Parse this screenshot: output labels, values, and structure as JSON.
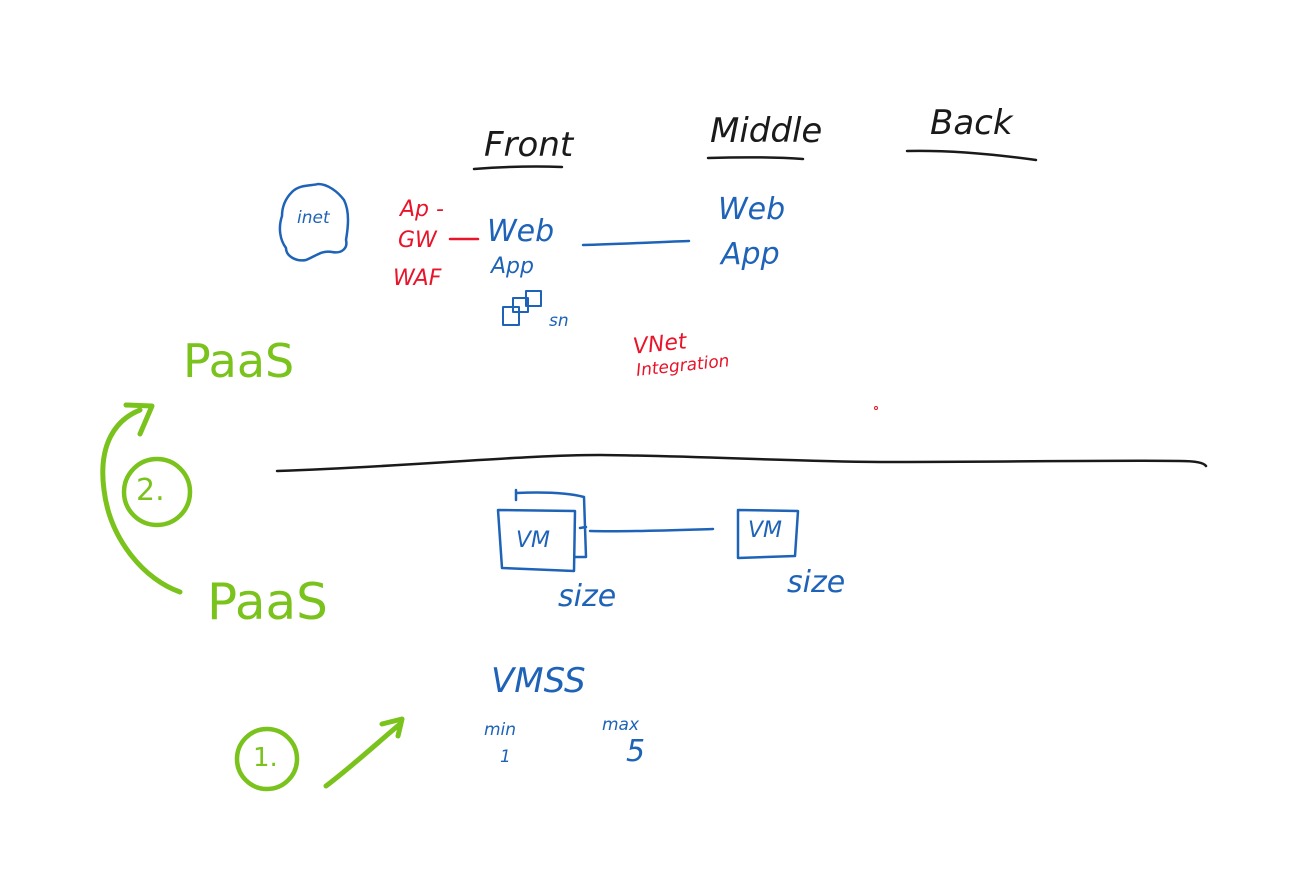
{
  "columns": {
    "front": "Front",
    "middle": "Middle",
    "back": "Back"
  },
  "paas_section": {
    "inet": "inet",
    "ap": "Ap -",
    "gw": "GW",
    "waf": "WAF",
    "front_web": "Web",
    "front_app": "App",
    "sn": "sn",
    "middle_web": "Web",
    "middle_app": "App",
    "vnet_line1": "VNet",
    "vnet_line2": "Integration"
  },
  "iaas_section": {
    "vm_front": "VM",
    "vm_middle": "VM",
    "size_front": "size",
    "size_middle": "size",
    "vmss": "VMSS",
    "min_label": "min",
    "min_value": "1",
    "max_label": "max",
    "max_value": "5"
  },
  "annotations": {
    "paas_top": "PaaS",
    "paas_bottom": "PaaS",
    "step_two": "2.",
    "step_one": "1."
  },
  "colors": {
    "ink_black": "#1a1a1a",
    "ink_blue": "#1e63b8",
    "ink_red": "#e8142a",
    "ink_green": "#7ac21c"
  }
}
